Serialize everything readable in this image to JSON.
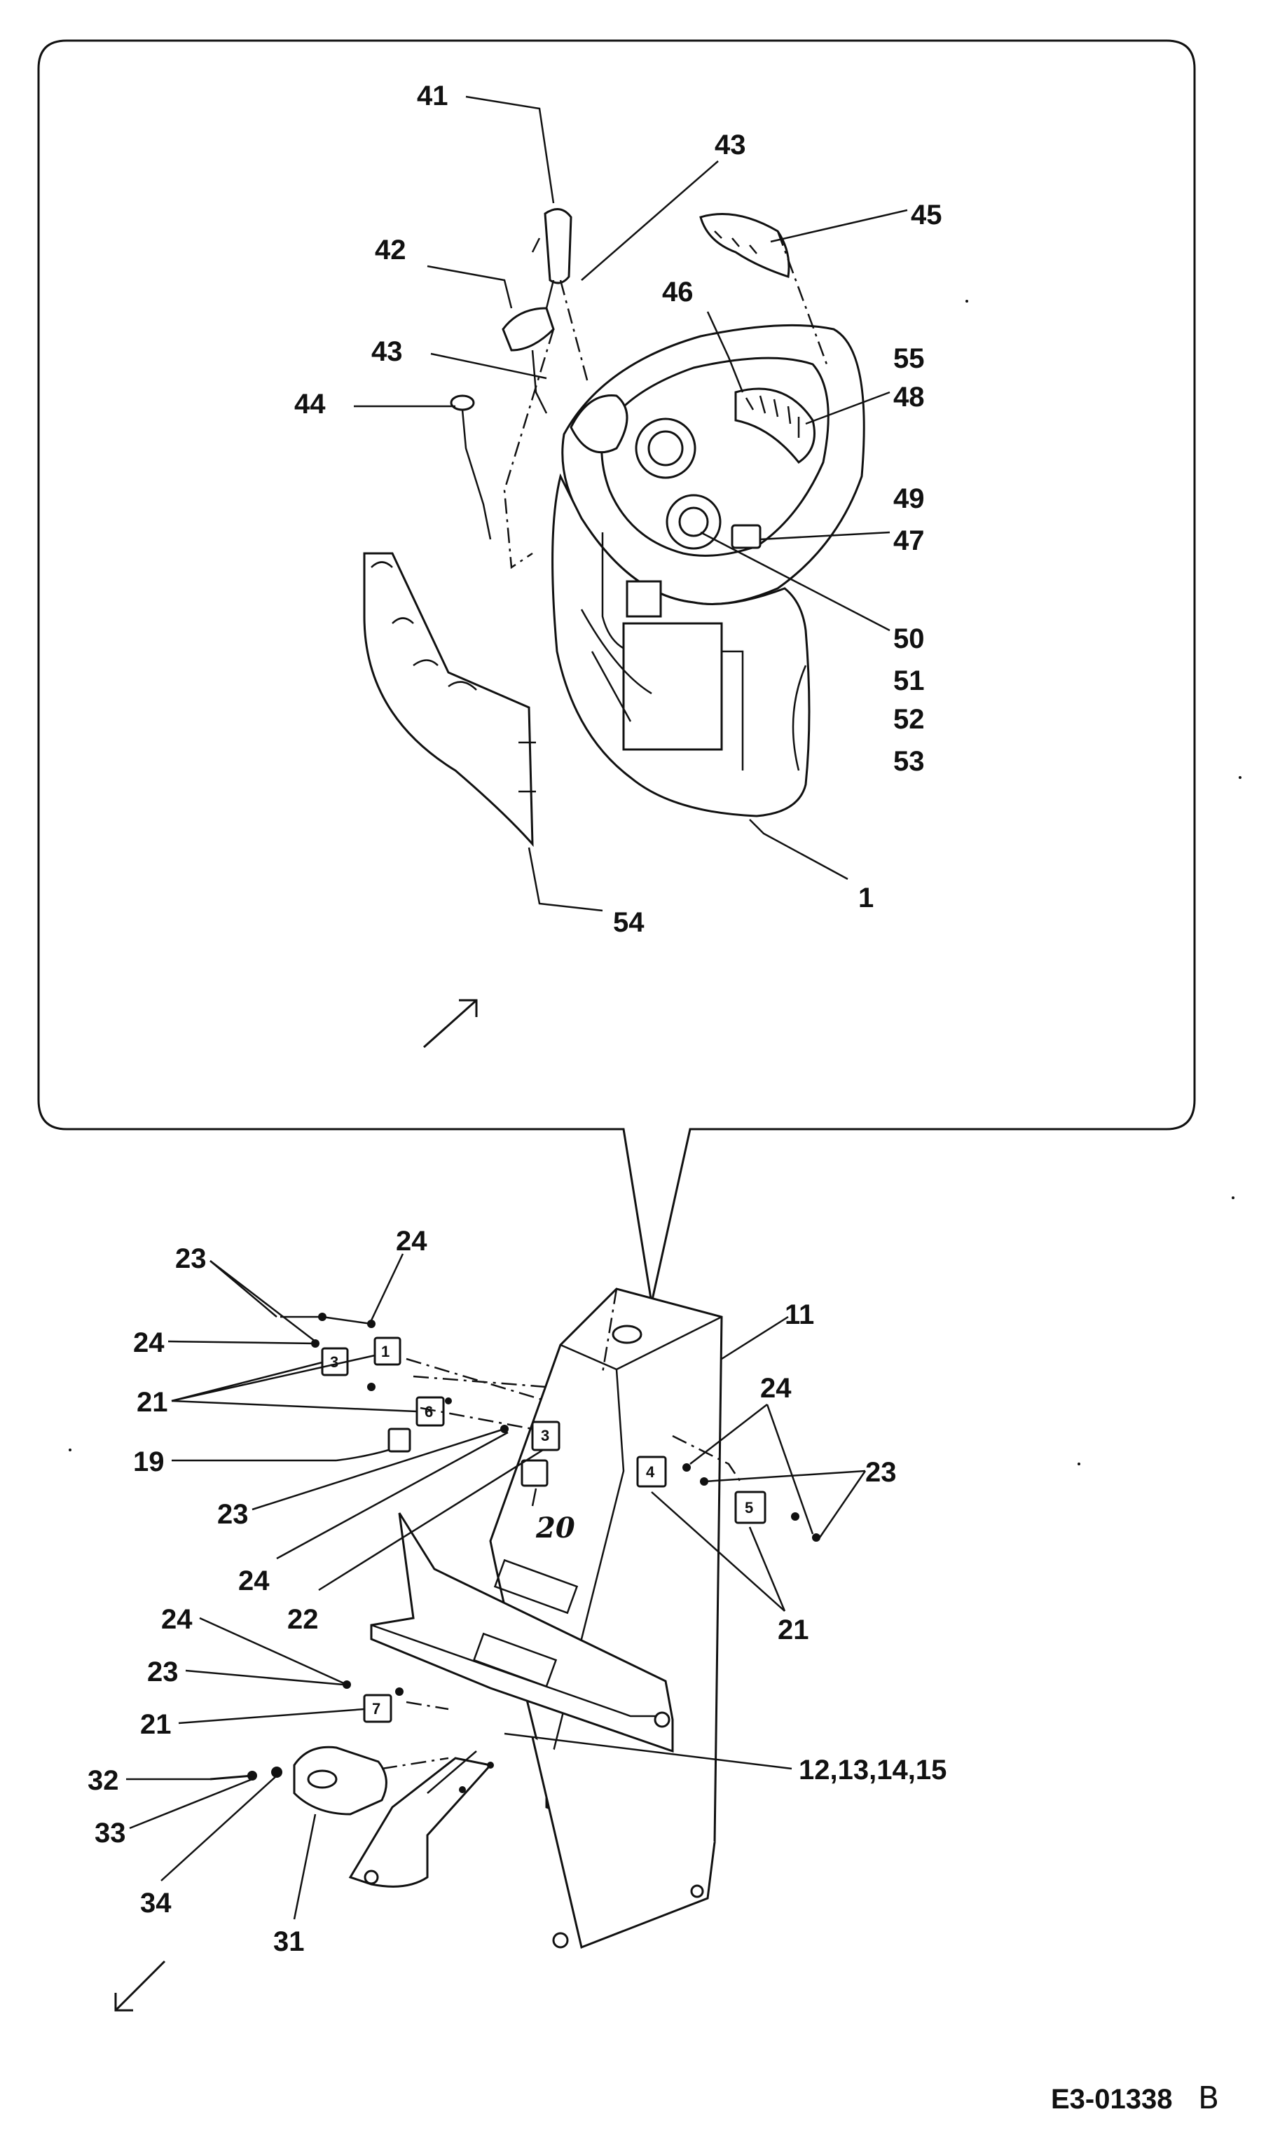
{
  "drawing": {
    "reference": "E3-01338",
    "revision": "B"
  },
  "callouts": {
    "c1": "1",
    "c11": "11",
    "c12": "12,13,14,15",
    "c19": "19",
    "c20": "20",
    "c21a": "21",
    "c21b": "21",
    "c21c": "21",
    "c22": "22",
    "c23a": "23",
    "c23b": "23",
    "c23c": "23",
    "c23d": "23",
    "c24a": "24",
    "c24b": "24",
    "c24c": "24",
    "c24d": "24",
    "c24e": "24",
    "c31": "31",
    "c32": "32",
    "c33": "33",
    "c34": "34",
    "c41": "41",
    "c42": "42",
    "c43a": "43",
    "c43b": "43",
    "c44": "44",
    "c45": "45",
    "c46": "46",
    "c47": "47",
    "c48": "48",
    "c49": "49",
    "c50": "50",
    "c51": "51",
    "c52": "52",
    "c53": "53",
    "c54": "54",
    "c55": "55"
  },
  "switch_numbers": {
    "s1": "1",
    "s3a": "3",
    "s3b": "3",
    "s4": "4",
    "s5": "5",
    "s6": "6",
    "s7": "7"
  },
  "direction_arrows": [
    "up-right-arrow",
    "down-left-arrow"
  ]
}
